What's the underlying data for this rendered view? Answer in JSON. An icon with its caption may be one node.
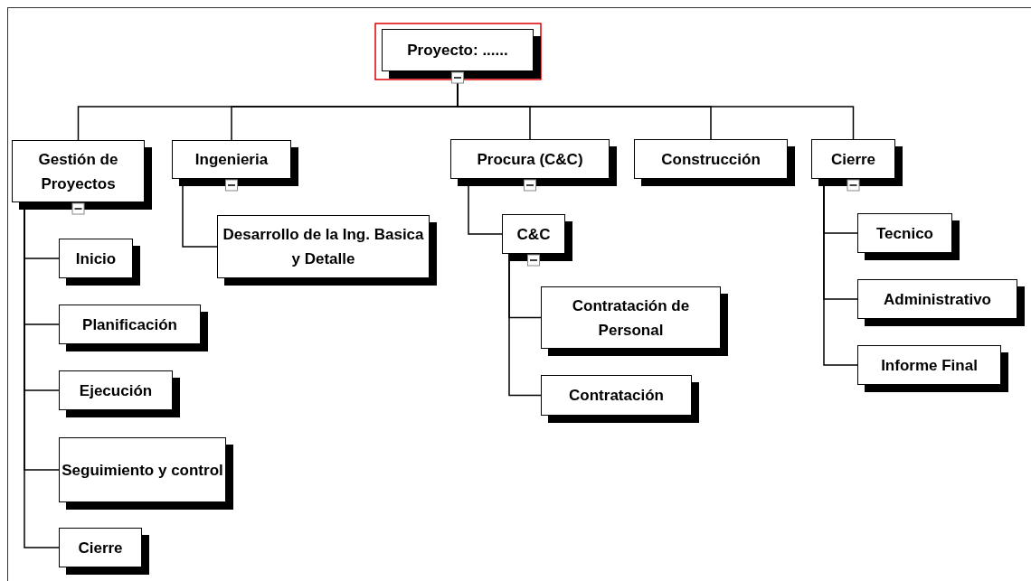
{
  "diagram": {
    "nodes": [
      {
        "text": [
          "Proyecto: ......"
        ]
      },
      {
        "text": [
          "Gestión de Proyectos"
        ]
      },
      {
        "text": [
          "Inicio"
        ]
      },
      {
        "text": [
          "Planificación"
        ]
      },
      {
        "text": [
          "Ejecución"
        ]
      },
      {
        "text": [
          "Seguimiento y control"
        ]
      },
      {
        "text": [
          "Cierre"
        ]
      },
      {
        "text": [
          "Ingenieria"
        ]
      },
      {
        "text": [
          "Desarrollo de la Ing. Basica y Detalle"
        ]
      },
      {
        "text": [
          "Procura (C&C)"
        ]
      },
      {
        "text": [
          "C&C"
        ]
      },
      {
        "text": [
          "Contratación de Personal"
        ]
      },
      {
        "text": [
          "Contratación"
        ]
      },
      {
        "text": [
          "Construcción"
        ]
      },
      {
        "text": [
          "Cierre"
        ]
      },
      {
        "text": [
          "Tecnico"
        ]
      },
      {
        "text": [
          "Administrativo"
        ]
      },
      {
        "text": [
          "Informe Final"
        ]
      }
    ],
    "edges": [
      {
        "from": 0,
        "to": 1,
        "arrow": "none"
      },
      {
        "from": 0,
        "to": 7,
        "arrow": "none"
      },
      {
        "from": 0,
        "to": 9,
        "arrow": "none"
      },
      {
        "from": 0,
        "to": 13,
        "arrow": "none"
      },
      {
        "from": 0,
        "to": 14,
        "arrow": "none"
      },
      {
        "from": 1,
        "to": 2,
        "arrow": "none"
      },
      {
        "from": 1,
        "to": 3,
        "arrow": "none"
      },
      {
        "from": 1,
        "to": 4,
        "arrow": "none"
      },
      {
        "from": 1,
        "to": 5,
        "arrow": "none"
      },
      {
        "from": 1,
        "to": 6,
        "arrow": "none"
      },
      {
        "from": 7,
        "to": 8,
        "arrow": "none"
      },
      {
        "from": 9,
        "to": 10,
        "arrow": "none"
      },
      {
        "from": 10,
        "to": 11,
        "arrow": "none"
      },
      {
        "from": 10,
        "to": 12,
        "arrow": "none"
      },
      {
        "from": 14,
        "to": 15,
        "arrow": "none"
      },
      {
        "from": 14,
        "to": 16,
        "arrow": "none"
      },
      {
        "from": 14,
        "to": 17,
        "arrow": "none"
      }
    ]
  }
}
